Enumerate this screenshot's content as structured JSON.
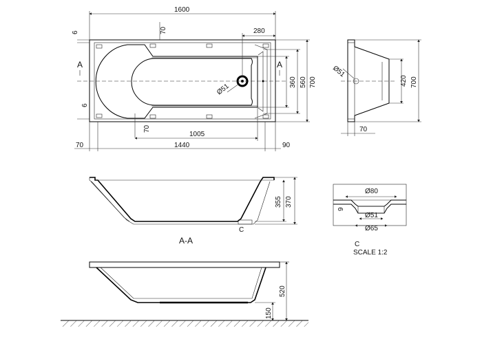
{
  "top_view": {
    "dims": {
      "overall_length": "1600",
      "rim_top": "70",
      "rim_side_top": "6",
      "waste_offset": "280",
      "rim_side_bottom": "6",
      "inner_rim_bottom": "70",
      "inner_width": "1005",
      "left_rim": "70",
      "inner_length": "1440",
      "right_rim": "90",
      "height_360": "360",
      "height_560": "560",
      "height_700": "700",
      "waste_dia": "Ø51"
    },
    "section_markers": [
      "A",
      "A"
    ]
  },
  "end_view": {
    "dims": {
      "waste_dia": "Ø51",
      "height_420": "420",
      "height_700": "700",
      "bottom_70": "70"
    }
  },
  "section_view": {
    "label": "A-A",
    "dims": {
      "height_355": "355",
      "height_370": "370"
    },
    "detail_callout": "C"
  },
  "detail_c": {
    "dims": {
      "dia_80": "Ø80",
      "dia_51": "Ø51",
      "dia_65": "Ø65",
      "height_9": "9"
    },
    "caption": "C",
    "scale": "SCALE 1:2"
  },
  "side_view": {
    "dims": {
      "height_520": "520",
      "height_150": "150"
    }
  }
}
